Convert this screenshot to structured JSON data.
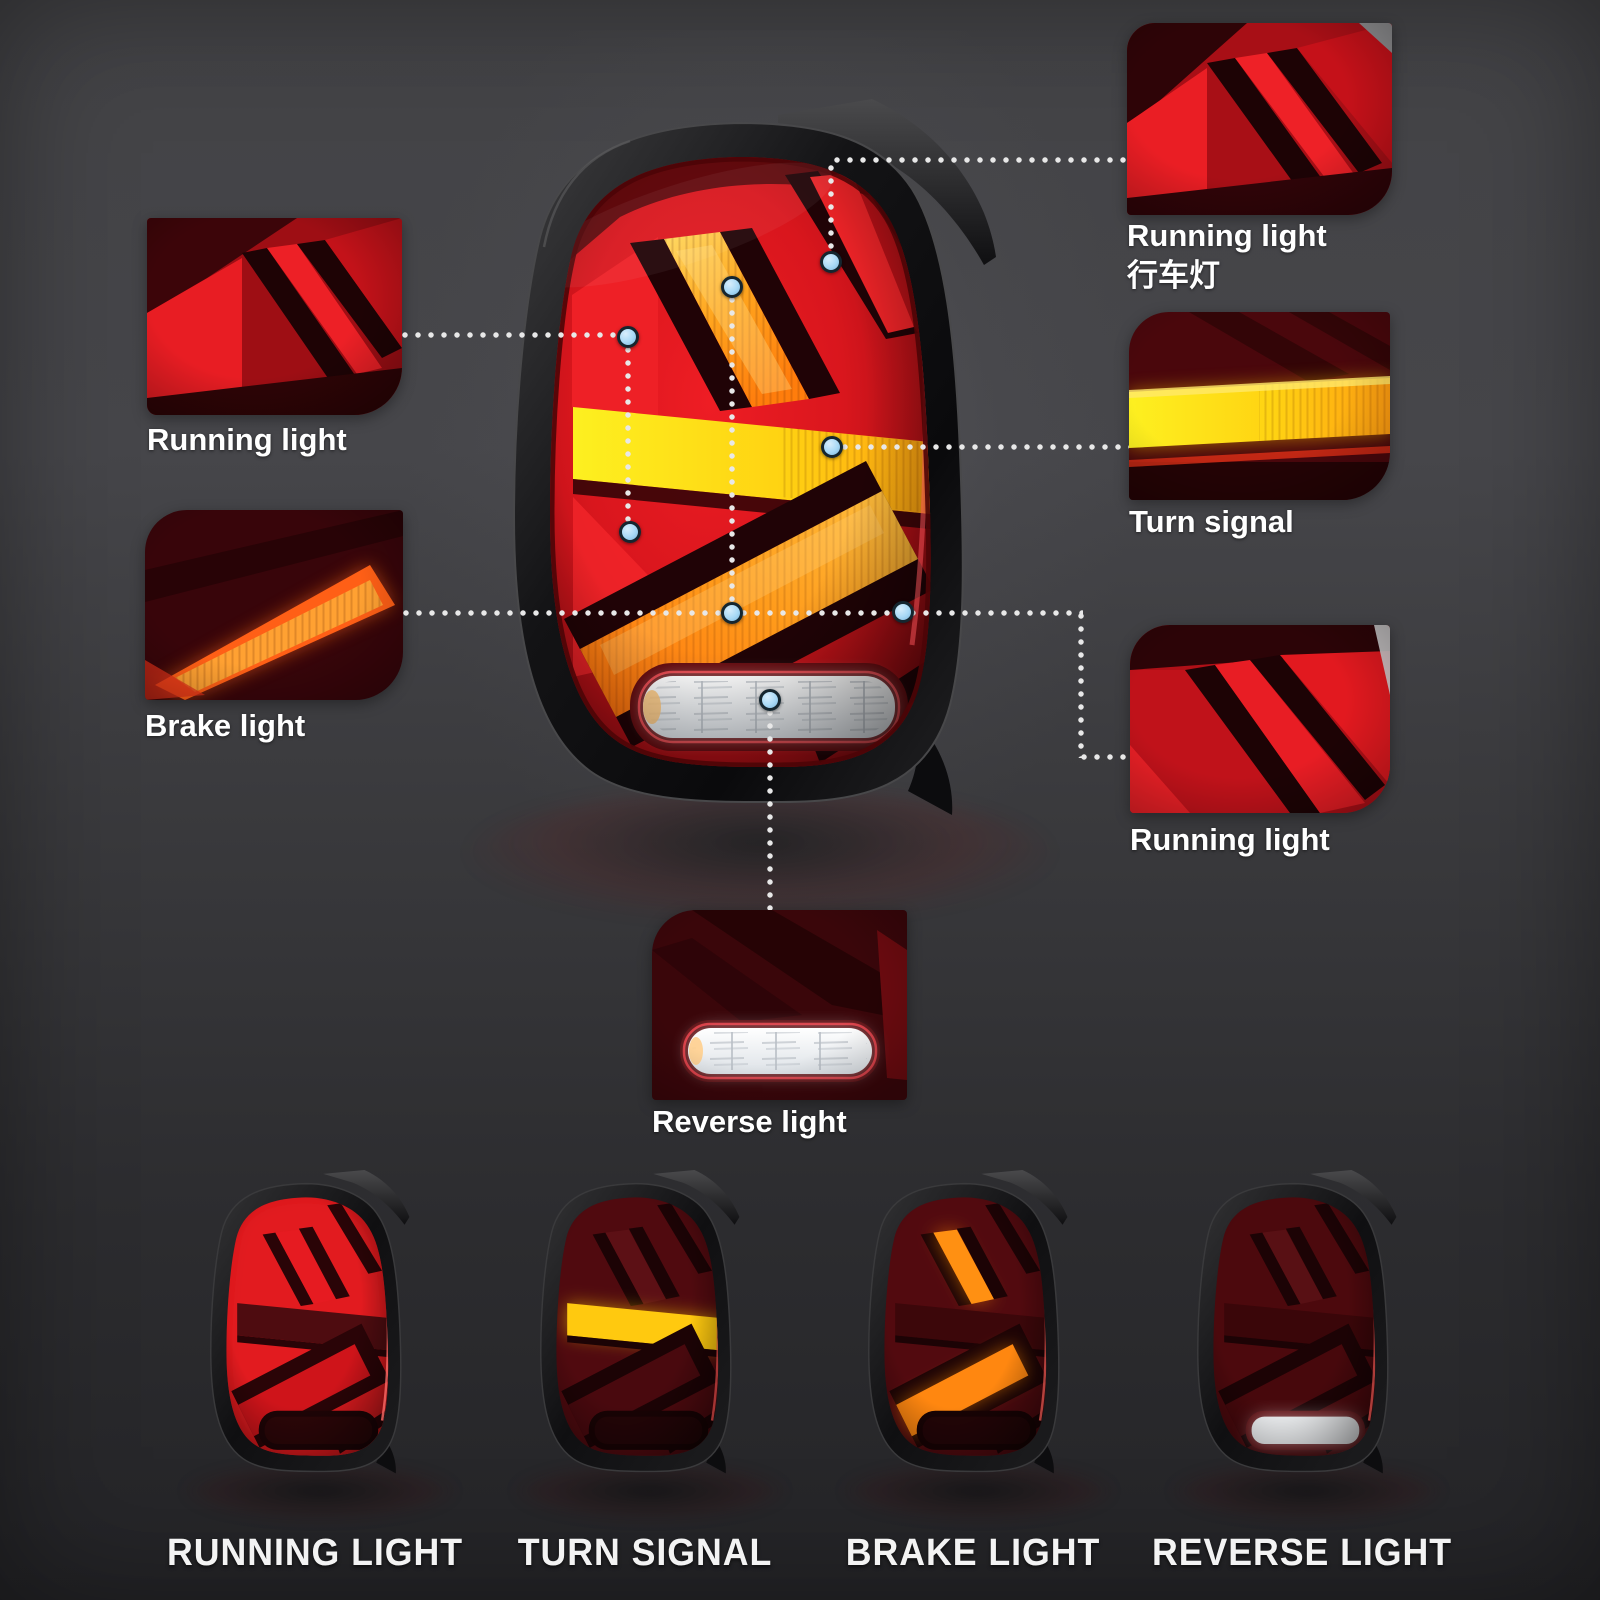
{
  "scene": {
    "background_top": "#434346",
    "background_mid": "#39393c",
    "background_bottom": "#242427",
    "line_color": "#e8e8e8",
    "dot_color": "#a8d9f6",
    "text_color": "#ffffff",
    "accent_red": "#d9161d",
    "accent_amber": "#ffa51e",
    "accent_yellow": "#ffd312",
    "reverse_white": "#eef0f2"
  },
  "callouts": {
    "running_left": {
      "label": "Running light"
    },
    "brake": {
      "label": "Brake light"
    },
    "running_top_right": {
      "label": "Running light",
      "label_cn": "行车灯"
    },
    "turn": {
      "label": "Turn signal"
    },
    "running_bottom_right": {
      "label": "Running light"
    },
    "reverse": {
      "label": "Reverse light"
    }
  },
  "modes": [
    {
      "id": "running",
      "label": "RUNNING LIGHT"
    },
    {
      "id": "turn",
      "label": "TURN SIGNAL"
    },
    {
      "id": "brake",
      "label": "BRAKE LIGHT"
    },
    {
      "id": "reverse",
      "label": "REVERSE LIGHT"
    }
  ]
}
